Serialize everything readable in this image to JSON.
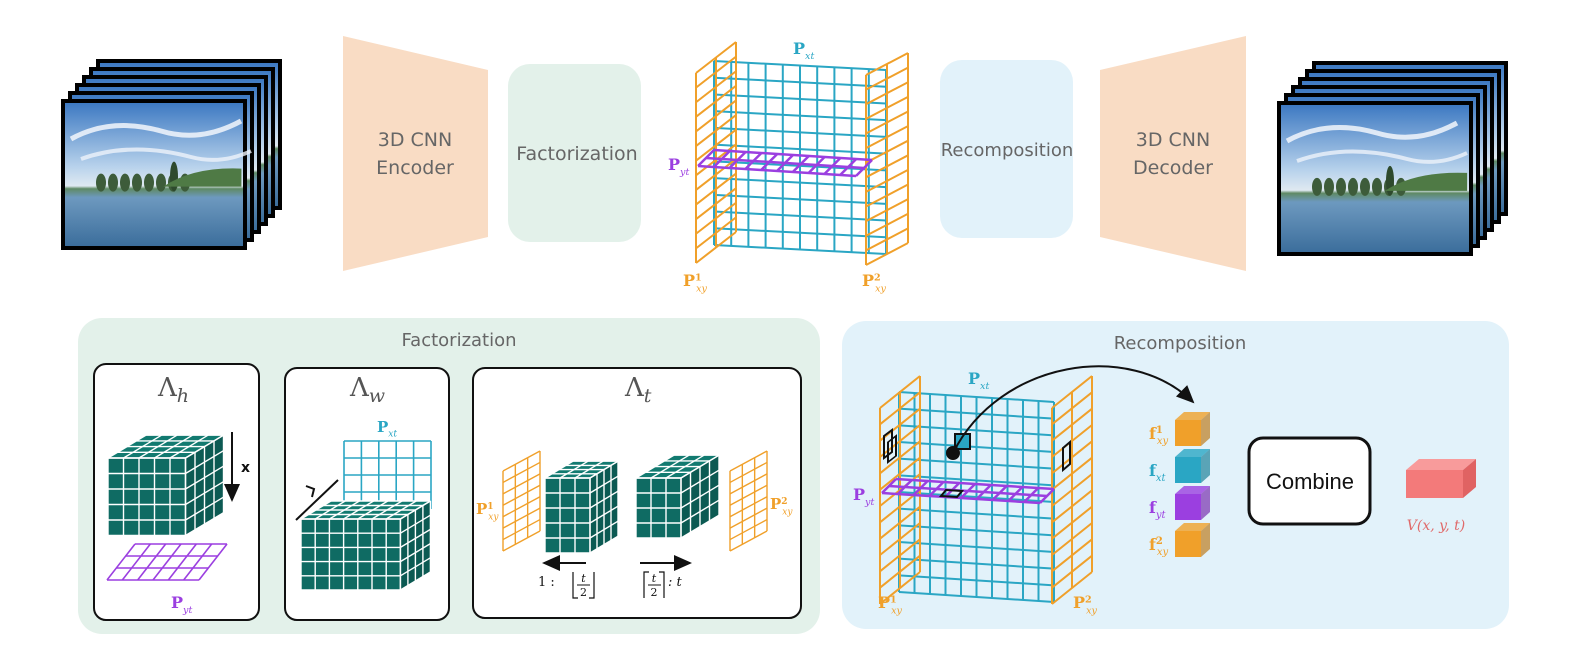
{
  "pipeline": {
    "encoder_line1": "3D CNN",
    "encoder_line2": "Encoder",
    "factorization": "Factorization",
    "recomposition": "Recomposition",
    "decoder_line1": "3D CNN",
    "decoder_line2": "Decoder"
  },
  "planes": {
    "P": "P",
    "xt": "xt",
    "yt": "yt",
    "xy": "xy",
    "sup1": "1",
    "sup2": "2"
  },
  "factorization_panel": {
    "title": "Factorization",
    "lambda": "Λ",
    "h": "h",
    "w": "w",
    "t": "t",
    "x_axis": "x",
    "range_left_prefix": "1 :",
    "range_right_suffix": ": t",
    "t_over_2_num": "t",
    "t_over_2_den": "2"
  },
  "recomposition_panel": {
    "title": "Recomposition",
    "f": "f",
    "combine": "Combine",
    "output": "V(x, y, t)"
  },
  "colors": {
    "orange": "#f0a02a",
    "cyan": "#2aa6c4",
    "purple": "#9b3fe0",
    "teal": "#0f6b63",
    "peach": "#f9dcc4",
    "green_bg": "#e3f1ea",
    "blue_bg": "#e2f2fa",
    "output_red": "#f37a7a"
  }
}
